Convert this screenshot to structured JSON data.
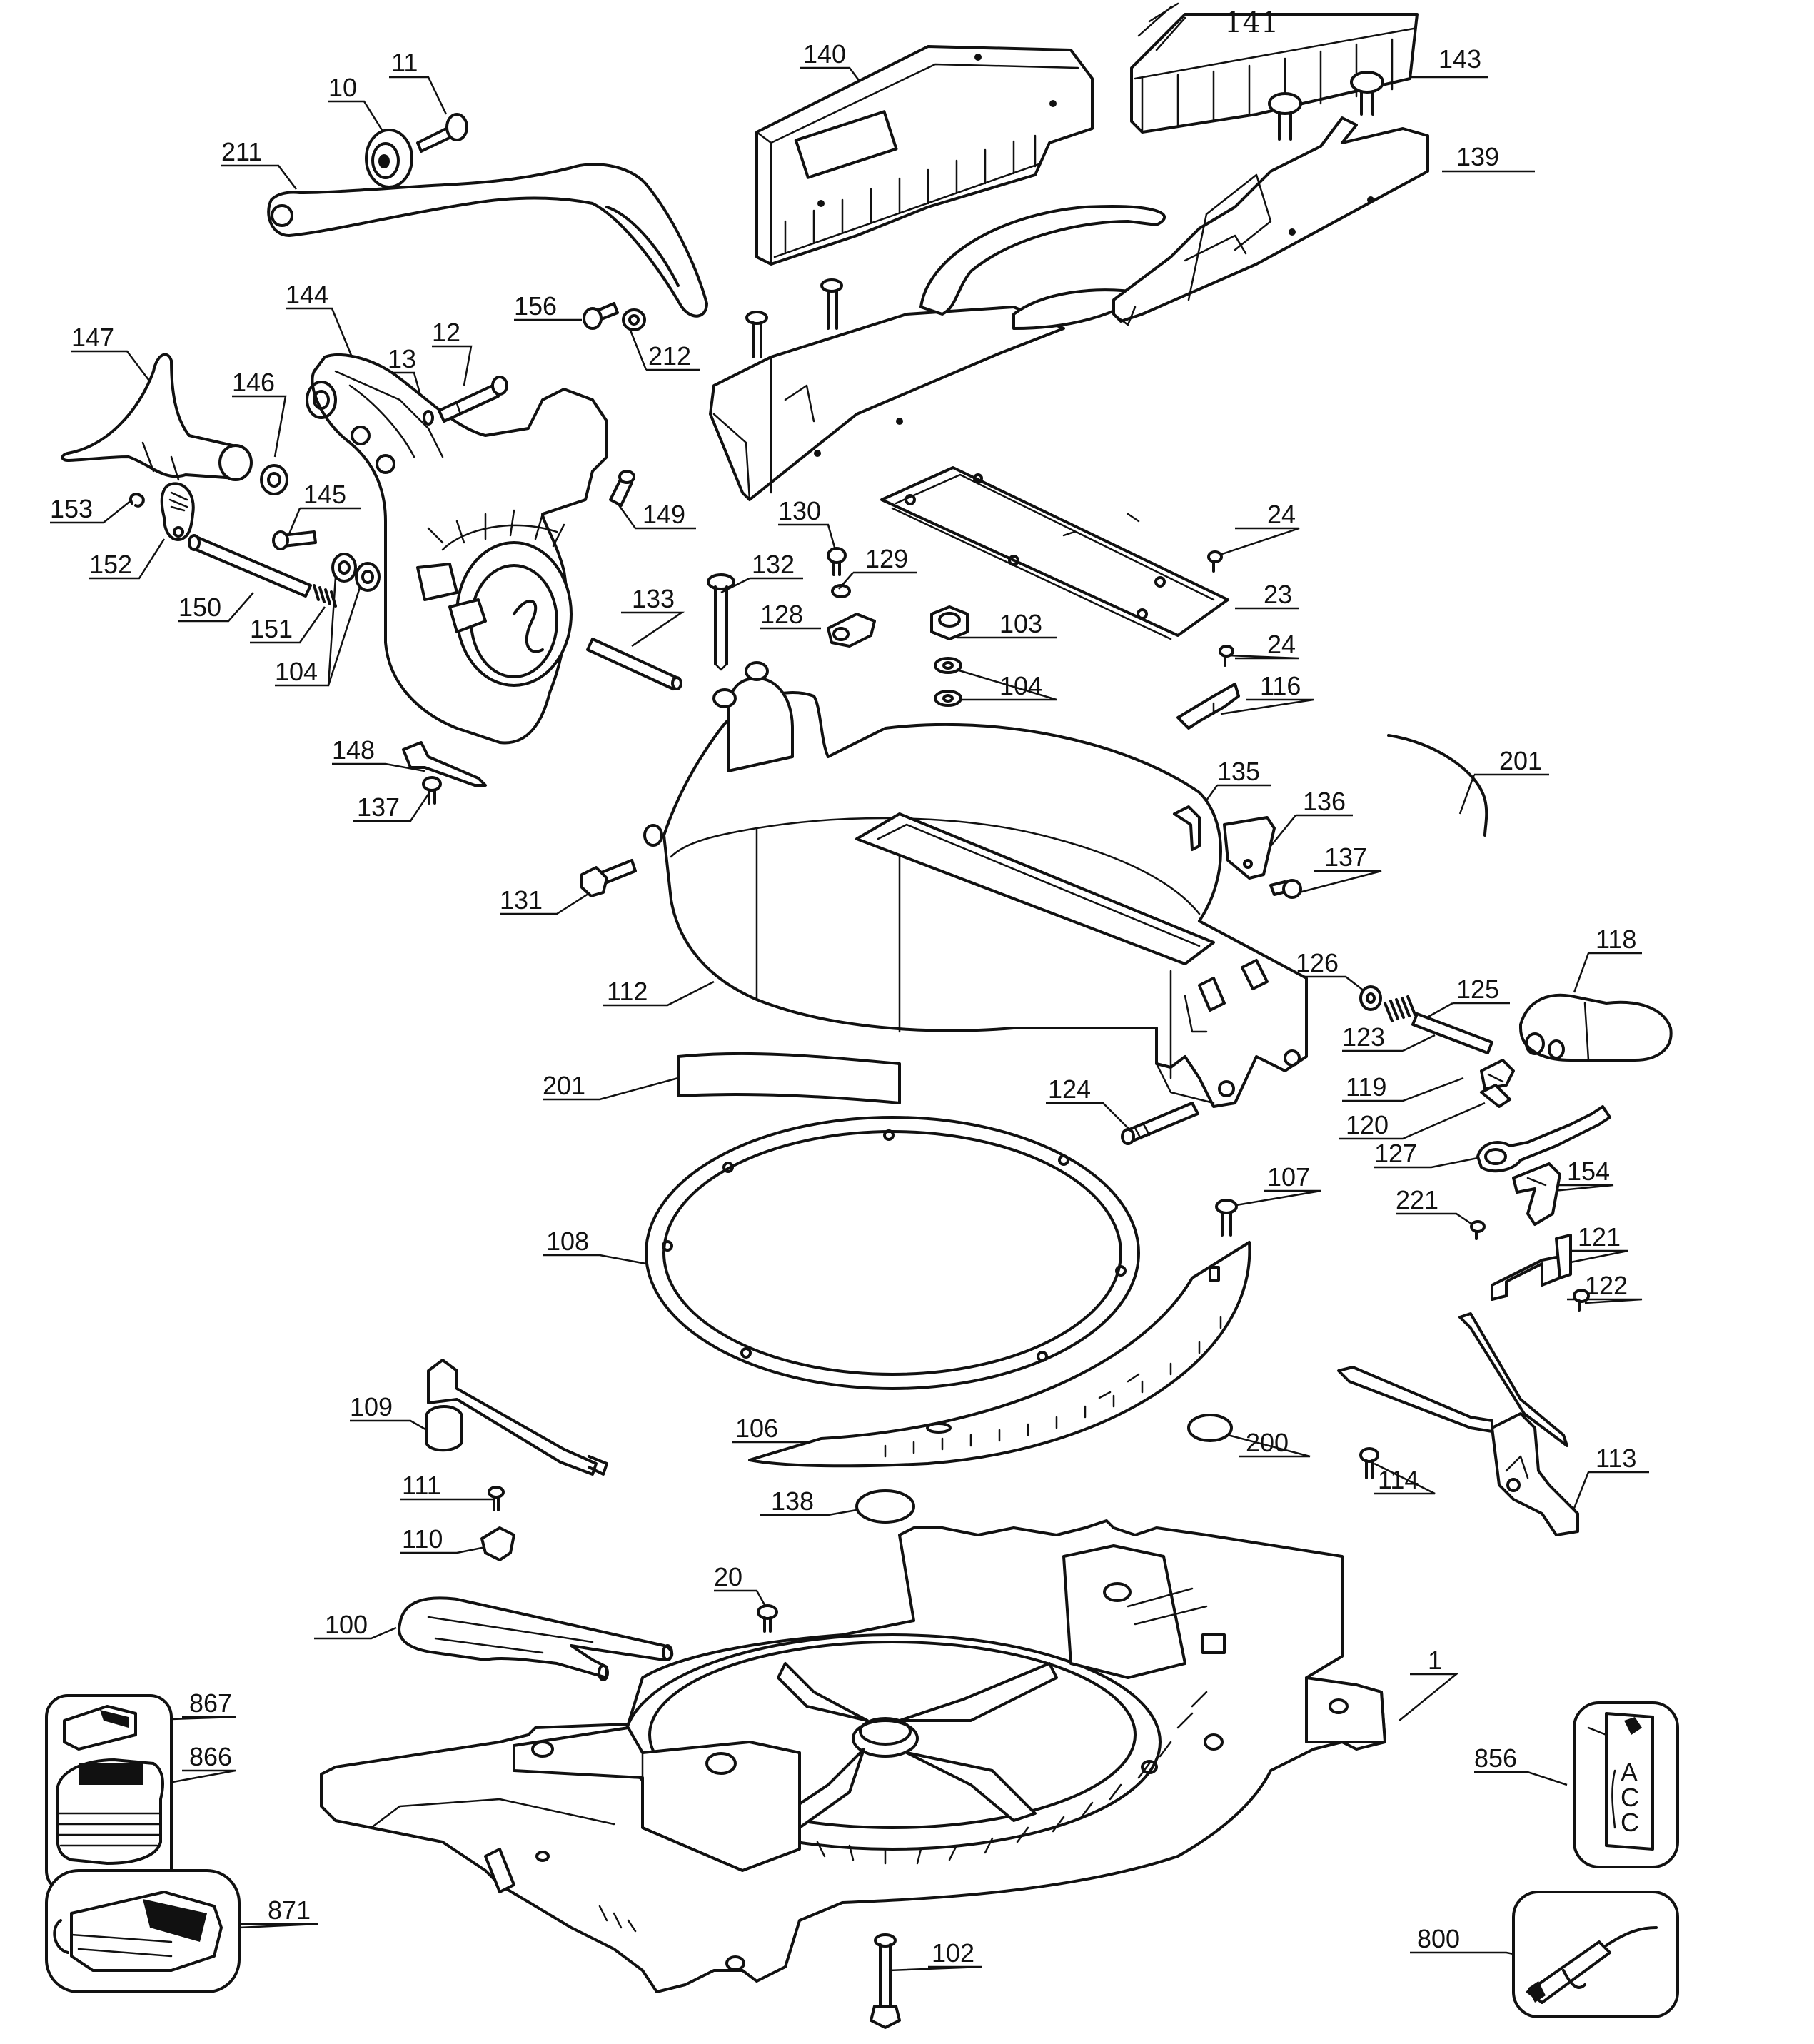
{
  "part_labels": [
    {
      "id": "p10",
      "text": "10"
    },
    {
      "id": "p11",
      "text": "11"
    },
    {
      "id": "p211",
      "text": "211"
    },
    {
      "id": "p140",
      "text": "140"
    },
    {
      "id": "p141",
      "text": "141"
    },
    {
      "id": "p143",
      "text": "143"
    },
    {
      "id": "p139",
      "text": "139"
    },
    {
      "id": "p144",
      "text": "144"
    },
    {
      "id": "p147",
      "text": "147"
    },
    {
      "id": "p13",
      "text": "13"
    },
    {
      "id": "p12",
      "text": "12"
    },
    {
      "id": "p156",
      "text": "156"
    },
    {
      "id": "p212",
      "text": "212"
    },
    {
      "id": "p146",
      "text": "146"
    },
    {
      "id": "p153",
      "text": "153"
    },
    {
      "id": "p145",
      "text": "145"
    },
    {
      "id": "p149",
      "text": "149"
    },
    {
      "id": "p152",
      "text": "152"
    },
    {
      "id": "p150",
      "text": "150"
    },
    {
      "id": "p151",
      "text": "151"
    },
    {
      "id": "p104a",
      "text": "104"
    },
    {
      "id": "p130",
      "text": "130"
    },
    {
      "id": "p132",
      "text": "132"
    },
    {
      "id": "p129",
      "text": "129"
    },
    {
      "id": "p24a",
      "text": "24"
    },
    {
      "id": "p23",
      "text": "23"
    },
    {
      "id": "p133",
      "text": "133"
    },
    {
      "id": "p128",
      "text": "128"
    },
    {
      "id": "p103",
      "text": "103"
    },
    {
      "id": "p24b",
      "text": "24"
    },
    {
      "id": "p104b",
      "text": "104"
    },
    {
      "id": "p116",
      "text": "116"
    },
    {
      "id": "p148",
      "text": "148"
    },
    {
      "id": "p137a",
      "text": "137"
    },
    {
      "id": "p201a",
      "text": "201"
    },
    {
      "id": "p135",
      "text": "135"
    },
    {
      "id": "p136",
      "text": "136"
    },
    {
      "id": "p137b",
      "text": "137"
    },
    {
      "id": "p131",
      "text": "131"
    },
    {
      "id": "p118",
      "text": "118"
    },
    {
      "id": "p126",
      "text": "126"
    },
    {
      "id": "p125",
      "text": "125"
    },
    {
      "id": "p112",
      "text": "112"
    },
    {
      "id": "p123",
      "text": "123"
    },
    {
      "id": "p119",
      "text": "119"
    },
    {
      "id": "p201b",
      "text": "201"
    },
    {
      "id": "p124",
      "text": "124"
    },
    {
      "id": "p120",
      "text": "120"
    },
    {
      "id": "p127",
      "text": "127"
    },
    {
      "id": "p154",
      "text": "154"
    },
    {
      "id": "p107",
      "text": "107"
    },
    {
      "id": "p221",
      "text": "221"
    },
    {
      "id": "p108",
      "text": "108"
    },
    {
      "id": "p121",
      "text": "121"
    },
    {
      "id": "p122",
      "text": "122"
    },
    {
      "id": "p109",
      "text": "109"
    },
    {
      "id": "p106",
      "text": "106"
    },
    {
      "id": "p200",
      "text": "200"
    },
    {
      "id": "p114",
      "text": "114"
    },
    {
      "id": "p113",
      "text": "113"
    },
    {
      "id": "p111",
      "text": "111"
    },
    {
      "id": "p138",
      "text": "138"
    },
    {
      "id": "p110",
      "text": "110"
    },
    {
      "id": "p20",
      "text": "20"
    },
    {
      "id": "p100",
      "text": "100"
    },
    {
      "id": "p1",
      "text": "1"
    },
    {
      "id": "p867",
      "text": "867"
    },
    {
      "id": "p866",
      "text": "866"
    },
    {
      "id": "p856",
      "text": "856"
    },
    {
      "id": "p871",
      "text": "871"
    },
    {
      "id": "p800",
      "text": "800"
    },
    {
      "id": "p102",
      "text": "102"
    }
  ],
  "insets": {
    "acc_letters": [
      "A",
      "C",
      "C"
    ]
  },
  "colors": {
    "ink": "#111111",
    "paper": "#ffffff"
  }
}
